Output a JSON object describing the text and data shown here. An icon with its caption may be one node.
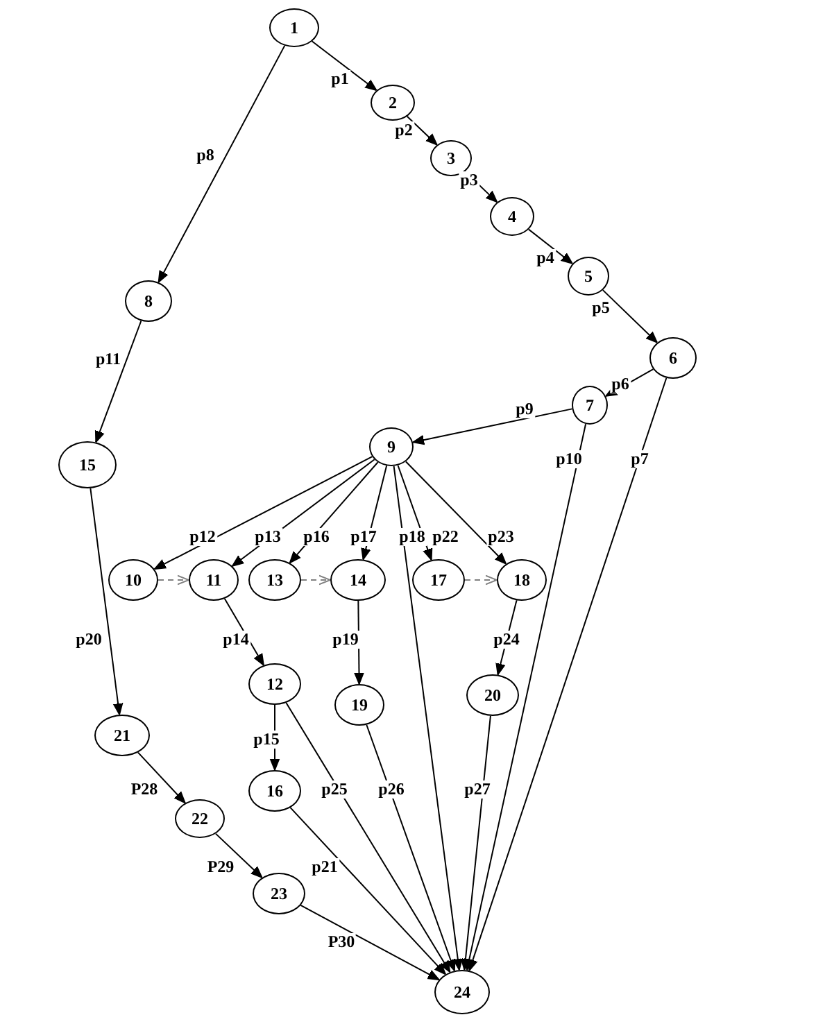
{
  "diagram": {
    "nodes": [
      {
        "text": [
          "1"
        ]
      },
      {
        "text": [
          "2"
        ]
      },
      {
        "text": [
          "3"
        ]
      },
      {
        "text": [
          "4"
        ]
      },
      {
        "text": [
          "5"
        ]
      },
      {
        "text": [
          "6"
        ]
      },
      {
        "text": [
          "7"
        ]
      },
      {
        "text": [
          "8"
        ]
      },
      {
        "text": [
          "9"
        ]
      },
      {
        "text": [
          "10"
        ]
      },
      {
        "text": [
          "11"
        ]
      },
      {
        "text": [
          "12"
        ]
      },
      {
        "text": [
          "13"
        ]
      },
      {
        "text": [
          "14"
        ]
      },
      {
        "text": [
          "15"
        ]
      },
      {
        "text": [
          "16"
        ]
      },
      {
        "text": [
          "17"
        ]
      },
      {
        "text": [
          "18"
        ]
      },
      {
        "text": [
          "19"
        ]
      },
      {
        "text": [
          "20"
        ]
      },
      {
        "text": [
          "21"
        ]
      },
      {
        "text": [
          "22"
        ]
      },
      {
        "text": [
          "23"
        ]
      },
      {
        "text": [
          "24"
        ]
      }
    ],
    "edges": [
      {
        "from": 0,
        "to": 1,
        "arrow": "to",
        "label": "p1"
      },
      {
        "from": 1,
        "to": 2,
        "arrow": "to",
        "label": "p2"
      },
      {
        "from": 2,
        "to": 3,
        "arrow": "to",
        "label": "p3"
      },
      {
        "from": 3,
        "to": 4,
        "arrow": "to",
        "label": "p4"
      },
      {
        "from": 4,
        "to": 5,
        "arrow": "to",
        "label": "p5"
      },
      {
        "from": 5,
        "to": 6,
        "arrow": "to",
        "label": "p6"
      },
      {
        "from": 5,
        "to": 23,
        "arrow": "to",
        "label": "p7"
      },
      {
        "from": 0,
        "to": 7,
        "arrow": "to",
        "label": "p8"
      },
      {
        "from": 6,
        "to": 8,
        "arrow": "to",
        "label": "p9"
      },
      {
        "from": 6,
        "to": 23,
        "arrow": "to",
        "label": "p10"
      },
      {
        "from": 7,
        "to": 14,
        "arrow": "to",
        "label": "p11"
      },
      {
        "from": 8,
        "to": 9,
        "arrow": "to",
        "label": "p12"
      },
      {
        "from": 8,
        "to": 10,
        "arrow": "to",
        "label": "p13"
      },
      {
        "from": 10,
        "to": 11,
        "arrow": "to",
        "label": "p14"
      },
      {
        "from": 11,
        "to": 15,
        "arrow": "to",
        "label": "p15"
      },
      {
        "from": 8,
        "to": 12,
        "arrow": "to",
        "label": "p16"
      },
      {
        "from": 8,
        "to": 13,
        "arrow": "to",
        "label": "p17"
      },
      {
        "from": 8,
        "to": 23,
        "arrow": "to",
        "label": "p18"
      },
      {
        "from": 13,
        "to": 18,
        "arrow": "to",
        "label": "p19"
      },
      {
        "from": 14,
        "to": 20,
        "arrow": "to",
        "label": "p20"
      },
      {
        "from": 15,
        "to": 23,
        "arrow": "to",
        "label": "p21"
      },
      {
        "from": 8,
        "to": 16,
        "arrow": "to",
        "label": "p22"
      },
      {
        "from": 8,
        "to": 17,
        "arrow": "to",
        "label": "p23"
      },
      {
        "from": 17,
        "to": 19,
        "arrow": "to",
        "label": "p24"
      },
      {
        "from": 11,
        "to": 23,
        "arrow": "to",
        "label": "p25"
      },
      {
        "from": 18,
        "to": 23,
        "arrow": "to",
        "label": "p26"
      },
      {
        "from": 19,
        "to": 23,
        "arrow": "to",
        "label": "p27"
      },
      {
        "from": 20,
        "to": 21,
        "arrow": "to",
        "label": "P28"
      },
      {
        "from": 21,
        "to": 22,
        "arrow": "to",
        "label": "P29"
      },
      {
        "from": 22,
        "to": 23,
        "arrow": "to",
        "label": "P30"
      },
      {
        "from": 9,
        "to": 10,
        "arrow": "to",
        "style": "dashed",
        "color": "#808080"
      },
      {
        "from": 12,
        "to": 13,
        "arrow": "to",
        "style": "dashed",
        "color": "#808080"
      },
      {
        "from": 16,
        "to": 17,
        "arrow": "to",
        "style": "dashed",
        "color": "#808080"
      }
    ]
  }
}
